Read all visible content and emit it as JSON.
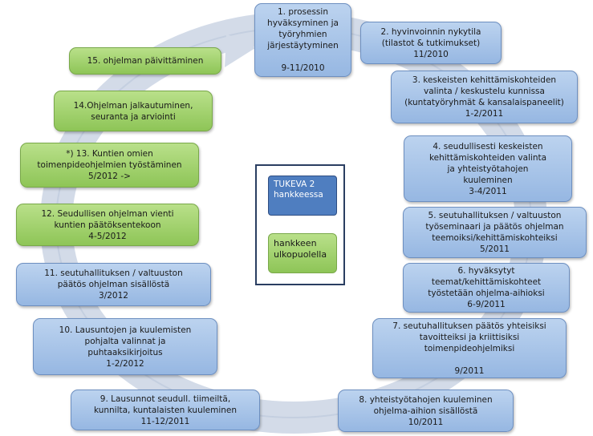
{
  "steps": [
    "1.  prosessin\nhyväksyminen ja\ntyöryhmien\njärjestäytyminen\n\n9-11/2010",
    "2. hyvinvoinnin nykytila\n(tilastot & tutkimukset)\n11/2010",
    "3. keskeisten kehittämiskohteiden\nvalinta / keskustelu kunnissa\n(kuntatyöryhmät & kansalaispaneelit)\n1-2/2011",
    "4. seudullisesti keskeisten\nkehittämiskohteiden valinta\nja yhteistyötahojen\nkuuleminen\n3-4/2011",
    "5. seutuhallituksen / valtuuston\ntyöseminaari ja päätös ohjelman\nteemoiksi/kehittämiskohteiksi\n5/2011",
    "6. hyväksytyt\nteemat/kehittämiskohteet\ntyöstetään ohjelma-aihioksi\n6-9/2011",
    "7. seutuhallituksen  päätös yhteisiksi\ntavoitteiksi ja kriittisiksi\ntoimenpideohjelmiksi\n\n9/2011",
    "8. yhteistyötahojen kuuleminen\nohjelma-aihion sisällöstä\n10/2011",
    "9. Lausunnot seudull. tiimeiltä,\nkunnilta, kuntalaisten kuuleminen\n11-12/2011",
    "10. Lausuntojen ja kuulemisten\npohjalta valinnat ja\npuhtaaksikirjoitus\n1-2/2012",
    "11. seutuhallituksen / valtuuston\npäätös ohjelman sisällöstä\n3/2012",
    "12. Seudullisen ohjelman vienti\nkuntien päätöksentekoon\n4-5/2012",
    "*) 13. Kuntien omien\ntoimenpideohjelmien työstäminen\n5/2012 ->",
    "14.Ohjelman jalkautuminen,\nseuranta ja arviointi",
    "15. ohjelman päivittäminen"
  ],
  "legend": {
    "in_project": "TUKEVA 2\nhankkeessa",
    "outside_project": "hankkeen\nulkopuolella"
  },
  "colors": {
    "in_project": "#4f7ec0",
    "step_blue": "#a8c4e8",
    "step_green": "#9fd06a",
    "ring": "#c9d3e3"
  }
}
